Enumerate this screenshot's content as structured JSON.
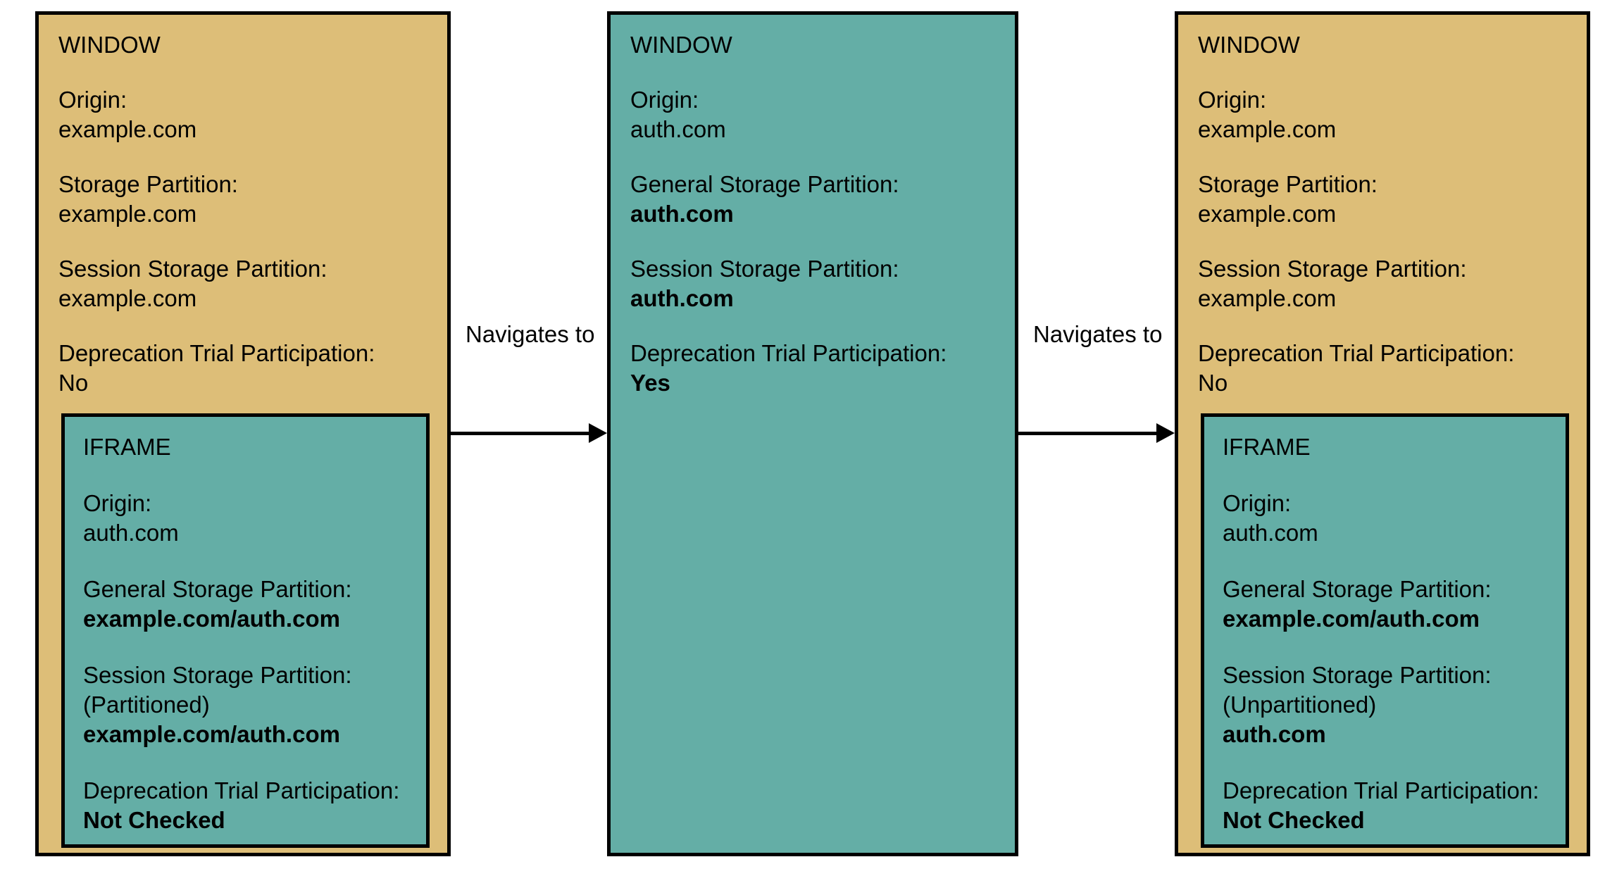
{
  "diagram": {
    "colors": {
      "window_example_com": "#ddbe78",
      "window_auth_com": "#64aea6",
      "iframe_auth_com": "#64aea6",
      "border": "#000000",
      "background": "#ffffff"
    },
    "panels": [
      {
        "id": "panel-1",
        "box_label": "WINDOW",
        "fields": [
          {
            "label": "Origin:",
            "value": "example.com",
            "bold": false
          },
          {
            "label": "Storage Partition:",
            "value": "example.com",
            "bold": false
          },
          {
            "label": "Session Storage Partition:",
            "value": "example.com",
            "bold": false
          },
          {
            "label": "Deprecation Trial Participation:",
            "value": "No",
            "bold": false
          }
        ],
        "child": {
          "id": "iframe-1",
          "box_label": "IFRAME",
          "fields": [
            {
              "label": "Origin:",
              "value": "auth.com",
              "bold": false
            },
            {
              "label": "General Storage Partition:",
              "value": "example.com/auth.com",
              "bold": true
            },
            {
              "label": "Session Storage Partition:",
              "sublabel": "(Partitioned)",
              "value": "example.com/auth.com",
              "bold": true
            },
            {
              "label": "Deprecation Trial Participation:",
              "value": "Not Checked",
              "bold": true
            }
          ]
        }
      },
      {
        "id": "panel-2",
        "box_label": "WINDOW",
        "fields": [
          {
            "label": "Origin:",
            "value": "auth.com",
            "bold": false
          },
          {
            "label": "General Storage Partition:",
            "value": "auth.com",
            "bold": true
          },
          {
            "label": "Session Storage Partition:",
            "value": "auth.com",
            "bold": true
          },
          {
            "label": "Deprecation Trial Participation:",
            "value": "Yes",
            "bold": true
          }
        ],
        "child": null
      },
      {
        "id": "panel-3",
        "box_label": "WINDOW",
        "fields": [
          {
            "label": "Origin:",
            "value": "example.com",
            "bold": false
          },
          {
            "label": "Storage Partition:",
            "value": "example.com",
            "bold": false
          },
          {
            "label": "Session Storage Partition:",
            "value": "example.com",
            "bold": false
          },
          {
            "label": "Deprecation Trial Participation:",
            "value": "No",
            "bold": false
          }
        ],
        "child": {
          "id": "iframe-3",
          "box_label": "IFRAME",
          "fields": [
            {
              "label": "Origin:",
              "value": "auth.com",
              "bold": false
            },
            {
              "label": "General Storage Partition:",
              "value": "example.com/auth.com",
              "bold": true
            },
            {
              "label": "Session Storage Partition:",
              "sublabel": "(Unpartitioned)",
              "value": "auth.com",
              "bold": true
            },
            {
              "label": "Deprecation Trial Participation:",
              "value": "Not Checked",
              "bold": true
            }
          ]
        }
      }
    ],
    "arrows": [
      {
        "id": "arrow-1",
        "label": "Navigates to",
        "from": "panel-1",
        "to": "panel-2",
        "direction": "right"
      },
      {
        "id": "arrow-2",
        "label": "Navigates to",
        "from": "panel-2",
        "to": "panel-3",
        "direction": "right"
      }
    ]
  }
}
